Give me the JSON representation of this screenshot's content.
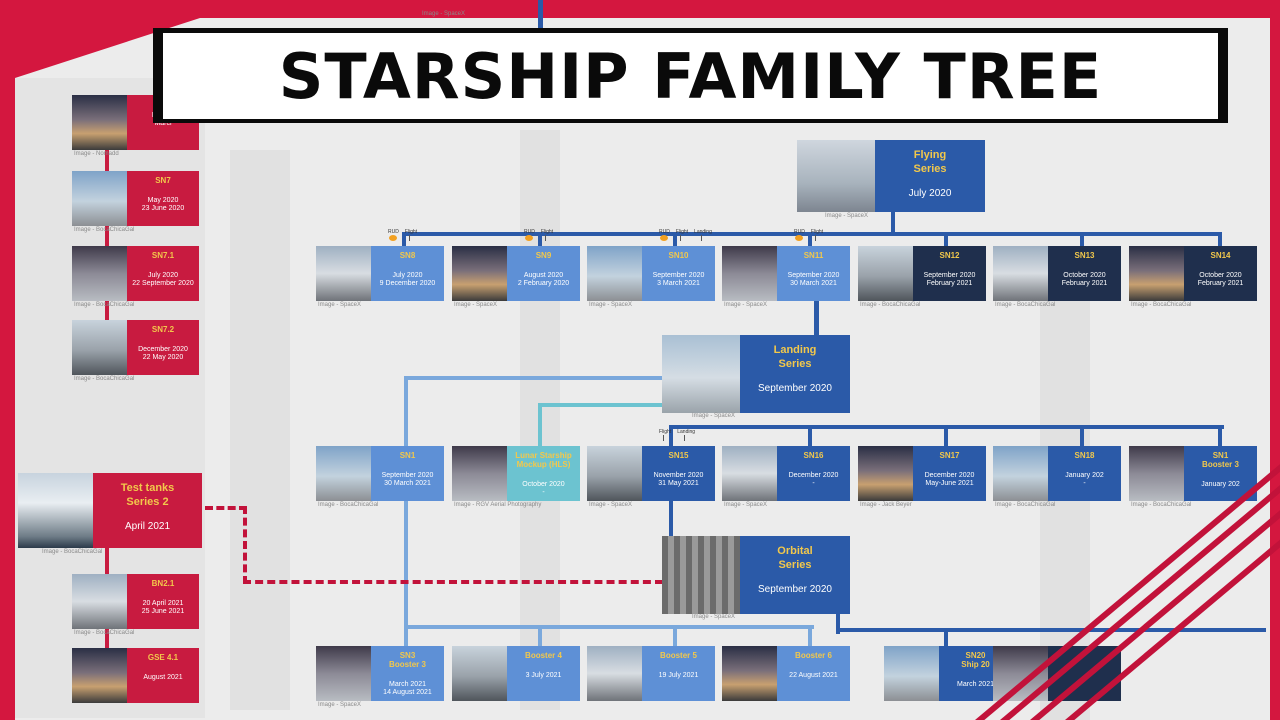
{
  "title": "STARSHIP FAMILY TREE",
  "colors": {
    "red": "#c81b40",
    "blue": "#2b5aa8",
    "light_blue": "#5e90d6",
    "dark": "#1f2f4d",
    "teal": "#6cc3d0",
    "accent": "#f2c84b"
  },
  "series": {
    "flying": {
      "name": "Flying\nSeries",
      "date": "July 2020",
      "credit": "Image - SpaceX"
    },
    "landing": {
      "name": "Landing\nSeries",
      "date": "September 2020",
      "credit": "Image - SpaceX"
    },
    "orbital": {
      "name": "Orbital\nSeries",
      "date": "September 2020",
      "credit": "Image - SpaceX"
    },
    "test_tanks_2": {
      "name": "Test tanks\nSeries 2",
      "date": "April 2021",
      "credit": "Image - BocaChicaGal"
    }
  },
  "top_credit": "Image - SpaceX",
  "left_cards": [
    {
      "name": "",
      "date": "Februa\nMarcl",
      "credit": "Image - Nomadd"
    },
    {
      "name": "SN7",
      "date": "May 2020\n23 June 2020",
      "credit": "Image - BocaChicaGal"
    },
    {
      "name": "SN7.1",
      "date": "July 2020\n22 September 2020",
      "credit": "Image - BocaChicaGal"
    },
    {
      "name": "SN7.2",
      "date": "December 2020\n22 May 2020",
      "credit": "Image - BocaChicaGal"
    },
    {
      "name": "BN2.1",
      "date": "20 April 2021\n25 June 2021",
      "credit": "Image - BocaChicaGal"
    },
    {
      "name": "GSE 4.1",
      "date": "August 2021",
      "credit": ""
    }
  ],
  "row1": [
    {
      "name": "SN8",
      "date": "July 2020\n9 December 2020",
      "credit": "Image - SpaceX",
      "icons": [
        "RUD",
        "Flight"
      ]
    },
    {
      "name": "SN9",
      "date": "August 2020\n2 February 2020",
      "credit": "Image - SpaceX",
      "icons": [
        "RUD",
        "Flight"
      ]
    },
    {
      "name": "SN10",
      "date": "September 2020\n3 March 2021",
      "credit": "Image - SpaceX",
      "icons": [
        "RUD",
        "Flight",
        "Landing"
      ]
    },
    {
      "name": "SN11",
      "date": "September 2020\n30 March 2021",
      "credit": "Image - SpaceX",
      "icons": [
        "RUD",
        "Flight"
      ]
    },
    {
      "name": "SN12",
      "date": "September 2020\nFebruary 2021",
      "credit": "Image - BocaChicaGal",
      "icons": []
    },
    {
      "name": "SN13",
      "date": "October 2020\nFebruary 2021",
      "credit": "Image - BocaChicaGal",
      "icons": []
    },
    {
      "name": "SN14",
      "date": "October 2020\nFebruary 2021",
      "credit": "Image - BocaChicaGal",
      "icons": []
    }
  ],
  "row2": [
    {
      "name": "SN1",
      "date": "September 2020\n30 March 2021",
      "credit": "Image - BocaChicaGal"
    },
    {
      "name": "Lunar Starship\nMockup (HLS)",
      "date": "October 2020\n-",
      "credit": "Image - RGV Aerial Photography"
    },
    {
      "name": "SN15",
      "date": "November 2020\n31 May 2021",
      "credit": "Image - SpaceX",
      "icons": [
        "Flight",
        "Landing"
      ]
    },
    {
      "name": "SN16",
      "date": "December 2020\n-",
      "credit": "Image - SpaceX"
    },
    {
      "name": "SN17",
      "date": "December 2020\nMay-June 2021",
      "credit": "Image - Jack Beyer"
    },
    {
      "name": "SN18",
      "date": "January 202\n-",
      "credit": "Image - BocaChicaGal"
    },
    {
      "name": "SN1\nBooster 3",
      "date": "January 202",
      "credit": "Image - BocaChicaGal"
    }
  ],
  "row3": [
    {
      "name": "SN3\nBooster 3",
      "date": "March 2021\n14 August 2021",
      "credit": "Image - SpaceX"
    },
    {
      "name": "Booster 4",
      "date": "3 July 2021",
      "credit": ""
    },
    {
      "name": "Booster 5",
      "date": "19 July 2021",
      "credit": ""
    },
    {
      "name": "Booster 6",
      "date": "22 August 2021",
      "credit": ""
    },
    {
      "name": "SN20\nShip 20",
      "date": "March 2021",
      "credit": ""
    },
    {
      "name": "",
      "date": "",
      "credit": ""
    }
  ]
}
